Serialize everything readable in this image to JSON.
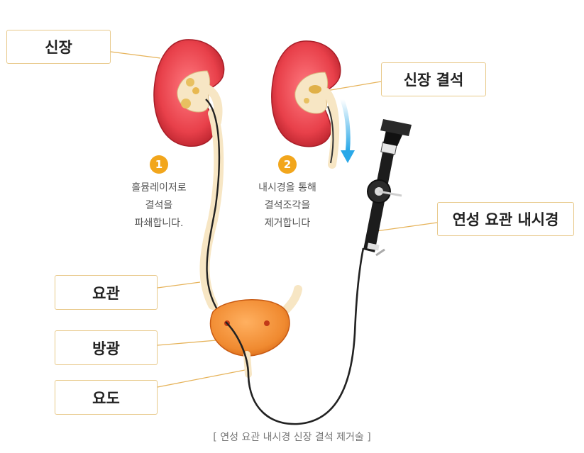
{
  "labels": {
    "kidney": "신장",
    "kidney_stone": "신장 결석",
    "ureteroscope": "연성 요관 내시경",
    "ureter": "요관",
    "bladder": "방광",
    "urethra": "요도"
  },
  "steps": [
    {
      "number": "1",
      "lines": [
        "홀뮴레이저로",
        "결석을",
        "파쇄합니다."
      ]
    },
    {
      "number": "2",
      "lines": [
        "내시경을 통해",
        "결석조각을",
        "제거합니다"
      ]
    }
  ],
  "caption": "[ 연성 요관 내시경 신장 결석 제거술 ]",
  "colors": {
    "box_border": "#e8c98a",
    "leader_line": "#e6b35a",
    "kidney_red": "#e8404a",
    "bladder_orange": "#f08a30",
    "badge_orange": "#f2a61c",
    "arrow_blue": "#29a8e8"
  }
}
